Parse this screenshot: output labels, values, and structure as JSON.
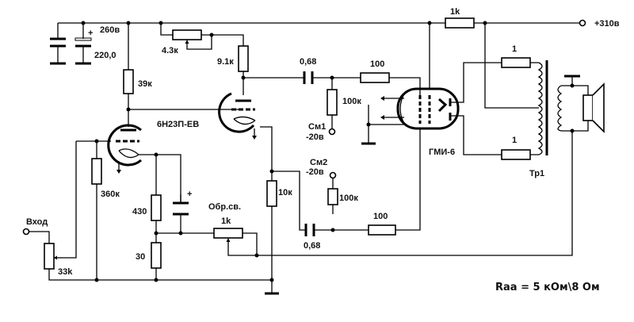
{
  "diagram": {
    "title_note": "Raa = 5 кОм\\8 Ом",
    "supply": {
      "main": "+310в",
      "first_stage": "260в"
    },
    "tubes": {
      "driver": "6Н23П-ЕВ",
      "output": "ГМИ-6"
    },
    "transformer": "Тр1",
    "input_label": "Вход",
    "feedback_label": "Обр.св.",
    "bias": [
      {
        "name": "См1",
        "voltage": "-20в"
      },
      {
        "name": "См2",
        "voltage": "-20в"
      }
    ],
    "components": {
      "c_filter": "220,0",
      "r_drop_supply": "1k",
      "r_anode1": "39к",
      "r_pot_anode2": "4.3к",
      "r_anode2": "9.1к",
      "c_coupling1": "0,68",
      "c_coupling2": "0,68",
      "r_grid_stop1": "100",
      "r_grid_stop2": "100",
      "r_grid_leak1": "100к",
      "r_grid_leak2": "100к",
      "r_grid1": "360к",
      "r_cathode1": "430",
      "r_cathode_fb": "30",
      "r_feedback_pot": "1k",
      "r_cathode2": "10к",
      "r_input_pot": "33k",
      "r_screen1": "1",
      "r_screen2": "1"
    }
  }
}
